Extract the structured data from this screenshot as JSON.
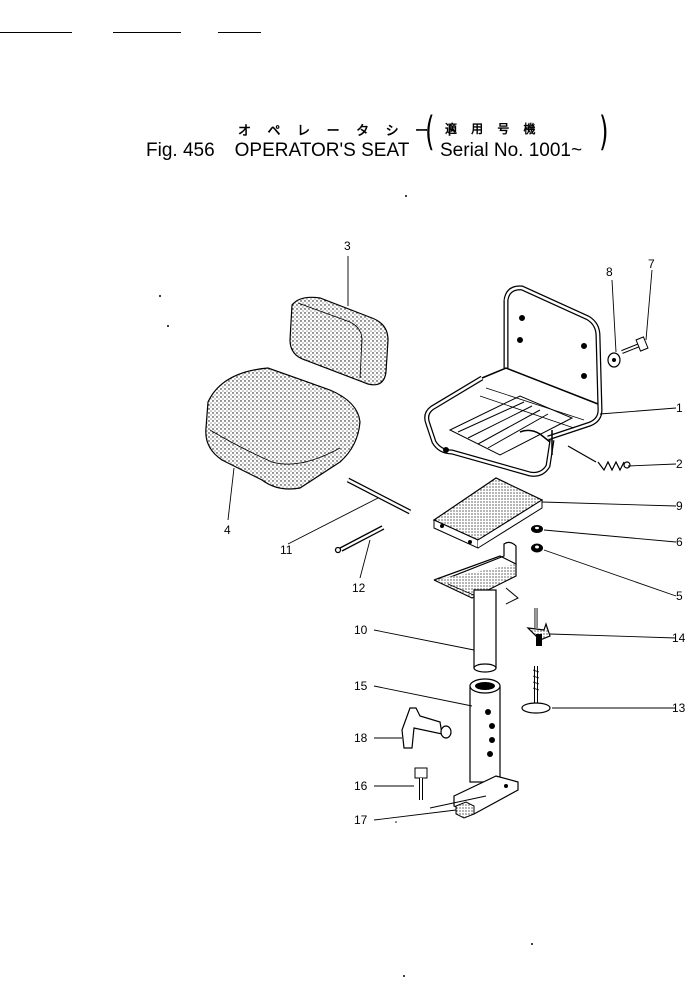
{
  "header": {
    "rules_count": 3
  },
  "title": {
    "japanese": "オ ペ レ ー タ  シ ー ト",
    "figure_number": "Fig. 456",
    "english": "OPERATOR'S SEAT",
    "applicable_japanese": "適 用 号 機",
    "serial": "Serial No. 1001~"
  },
  "callouts": [
    "1",
    "2",
    "3",
    "4",
    "5",
    "6",
    "7",
    "8",
    "9",
    "10",
    "11",
    "12",
    "13",
    "14",
    "15",
    "16",
    "17",
    "18"
  ],
  "parts": {
    "p1": "1",
    "p2": "2",
    "p3": "3",
    "p4": "4",
    "p5": "5",
    "p6": "6",
    "p7": "7",
    "p8": "8",
    "p9": "9",
    "p10": "10",
    "p11": "11",
    "p12": "12",
    "p13": "13",
    "p14": "14",
    "p15": "15",
    "p16": "16",
    "p17": "17",
    "p18": "18"
  }
}
